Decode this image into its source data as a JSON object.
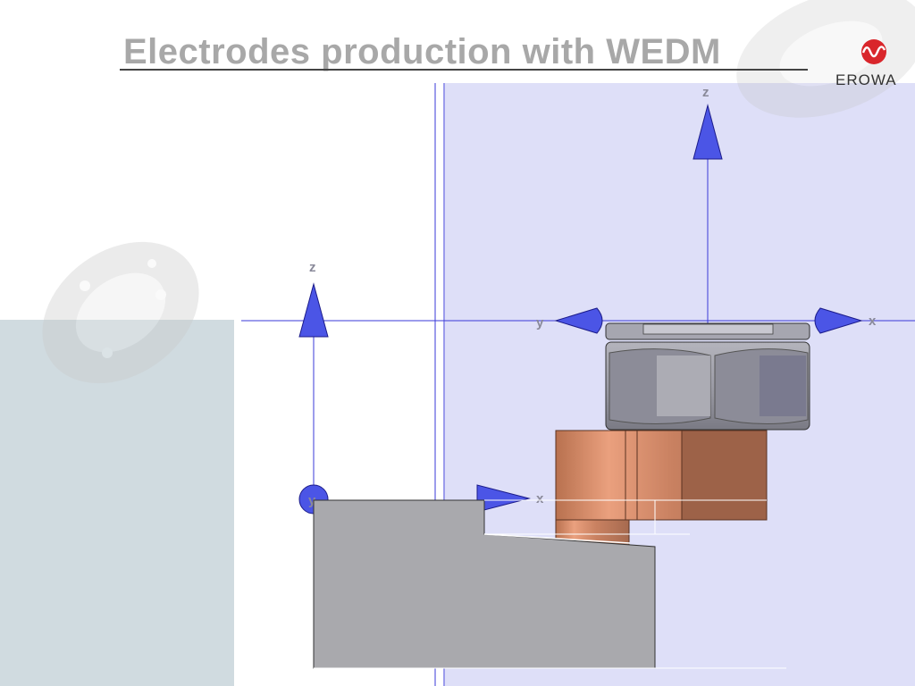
{
  "slide": {
    "title": "Electrodes production with WEDM",
    "brand": "EROWA"
  },
  "axes": {
    "right_z": "z",
    "right_y": "y",
    "right_x": "x",
    "left_z": "z",
    "left_y": "y",
    "left_x": "x"
  },
  "colors": {
    "axis_blue": "#3a3ad8",
    "cone_blue": "#4b55e6",
    "copper": "#d88a6a",
    "copper_dark": "#9d6248",
    "chuck_gray": "#8e8e96",
    "workpiece_gray": "#a9a9ad",
    "logo_red": "#d9262b"
  }
}
